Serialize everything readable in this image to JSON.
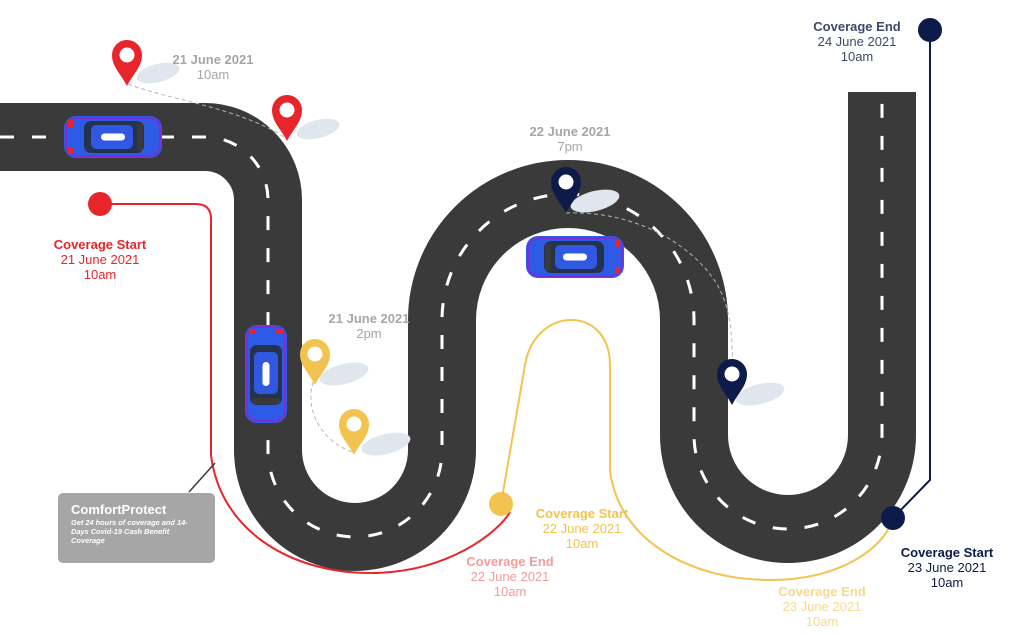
{
  "colors": {
    "road": "#3a3a3a",
    "lane": "#ffffff",
    "red": "#e8252b",
    "yellow": "#f2c34e",
    "navy": "#0d1b4b",
    "grey_text": "#a6a6a6",
    "pink_text": "#f29c9c",
    "light_yellow_text": "#f7d88f",
    "slate_text": "#3a4a6b",
    "car": "#2e5be6",
    "card_bg": "#a6a6a6"
  },
  "labels": {
    "start_1": {
      "title": "Coverage Start",
      "date": "21 June 2021",
      "time": "10am"
    },
    "checkin_1": {
      "date": "21 June 2021",
      "time": "10am"
    },
    "checkin_2": {
      "date": "21 June 2021",
      "time": "2pm"
    },
    "end_1": {
      "title": "Coverage End",
      "date": "22 June 2021",
      "time": "10am"
    },
    "start_2": {
      "title": "Coverage Start",
      "date": "22 June 2021",
      "time": "10am"
    },
    "checkin_3": {
      "date": "22 June 2021",
      "time": "7pm"
    },
    "end_2": {
      "title": "Coverage End",
      "date": "23 June 2021",
      "time": "10am"
    },
    "start_3": {
      "title": "Coverage Start",
      "date": "23 June 2021",
      "time": "10am"
    },
    "end_3": {
      "title": "Coverage End",
      "date": "24 June 2021",
      "time": "10am"
    }
  },
  "product_card": {
    "title": "ComfortProtect",
    "subtitle": "Get 24 hours of coverage and 14-Days Covid-19 Cash Benefit Coverage"
  },
  "pins": [
    {
      "name": "pin-red-1",
      "color": "red"
    },
    {
      "name": "pin-red-2",
      "color": "red"
    },
    {
      "name": "pin-yellow-1",
      "color": "yellow"
    },
    {
      "name": "pin-yellow-2",
      "color": "yellow"
    },
    {
      "name": "pin-navy-1",
      "color": "navy"
    },
    {
      "name": "pin-navy-2",
      "color": "navy"
    }
  ],
  "icons": [
    "map-pin-icon",
    "car-icon",
    "timeline-dot-icon"
  ]
}
